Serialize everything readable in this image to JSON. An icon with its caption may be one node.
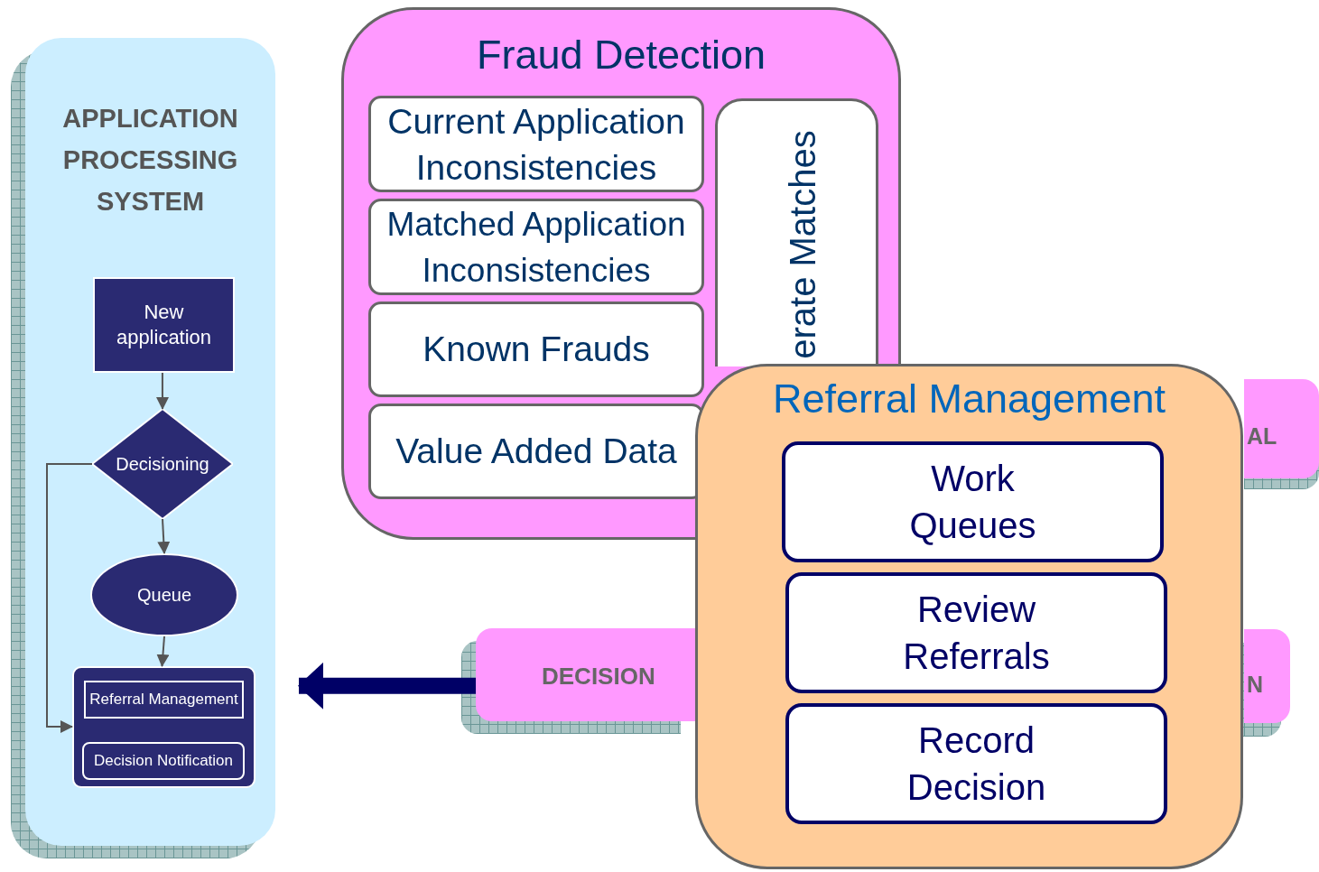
{
  "diagram": {
    "nodes": [
      {
        "text": [
          "APPLICATION PROCESSING SYSTEM"
        ]
      },
      {
        "text": [
          "New application"
        ],
        "in": 0
      },
      {
        "text": [
          "Decisioning"
        ],
        "in": 0
      },
      {
        "text": [
          "Queue"
        ],
        "in": 0
      },
      {
        "text": [],
        "shape": "box",
        "in": 0
      },
      {
        "text": [
          "Referral Management"
        ],
        "in": 4
      },
      {
        "text": [
          "Decision Notification"
        ],
        "in": 4
      },
      {
        "text": [
          "Fraud Detection"
        ]
      },
      {
        "text": [
          "Current Application Inconsistencies"
        ],
        "in": 7
      },
      {
        "text": [
          "Matched Application Inconsistencies"
        ],
        "in": 7
      },
      {
        "text": [
          "Known Frauds"
        ],
        "in": 7
      },
      {
        "text": [
          "Value Added Data"
        ],
        "in": 7
      },
      {
        "text": [
          "erate Matches"
        ],
        "in": 7
      },
      {
        "text": [
          "AL"
        ]
      },
      {
        "text": [
          "DECISION"
        ]
      },
      {
        "text": [
          "N"
        ]
      },
      {
        "text": [
          "Referral Management"
        ]
      },
      {
        "text": [
          "Work Queues"
        ],
        "in": 16
      },
      {
        "text": [
          "Review Referrals"
        ],
        "in": 16
      },
      {
        "text": [
          "Record Decision"
        ],
        "in": 16
      }
    ],
    "edges": [
      {
        "from": 1,
        "to": 2,
        "arrow": "to"
      },
      {
        "from": 2,
        "to": 3,
        "arrow": "to"
      },
      {
        "from": 3,
        "to": 4,
        "arrow": "to"
      },
      {
        "from": 2,
        "to": 4,
        "arrow": "to"
      },
      {
        "from": 14,
        "to": 0,
        "arrow": "to",
        "style": "thick",
        "color": "#000066"
      }
    ]
  }
}
